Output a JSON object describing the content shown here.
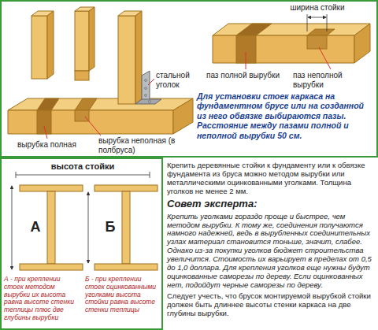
{
  "diagram": {
    "labels": [
      "стальной уголок",
      "вырубка неполная (в полбруса)",
      "вырубка полная",
      "ширина стойки",
      "паз полной вырубки",
      "паз неполной вырубки",
      "Для установки стоек каркаса на фундаментном брусе или на созданной из него обвязке выбираются пазы. Расстояние между пазами полной и неполной вырубки 50 см.",
      "высота стойки",
      "А",
      "Б",
      "А - при креплении стоек методом вырубки их высота равна высоте стенки теплицы плюс две глубины вырубки",
      "Б - при креплении стоек оцинкованными уголками высота стойки равна высоте стенки теплицы",
      "Крепить деревянные стойки к фундаменту или к обвязке фундамента из бруса можно методом вырубки или металлическими оцинкованными уголками. Толщина уголков не менее 2 мм.",
      "Совет эксперта:",
      "Крепить уголками гораздо проще и быстрее, чем методом вырубки. К тому же, соединения получаются намного надежней, ведь в вырубленных соединительных узлах материал становится тоньше, значит, слабее. Однако из-за покупки уголков бюджет строительства увеличится. Стоимость их варьирует в пределах от 0,5 до 1,0 доллара. Для крепления уголков еще нужны будут оцинкованные саморезы по дереву. Если оцинкованных нет, подойдут черные саморезы по дереву.",
      "Следует учесть, что брусок монтируемой вырубкой стойки должен быть длиннее высоты стенки каркаса на две глубины вырубки."
    ]
  }
}
